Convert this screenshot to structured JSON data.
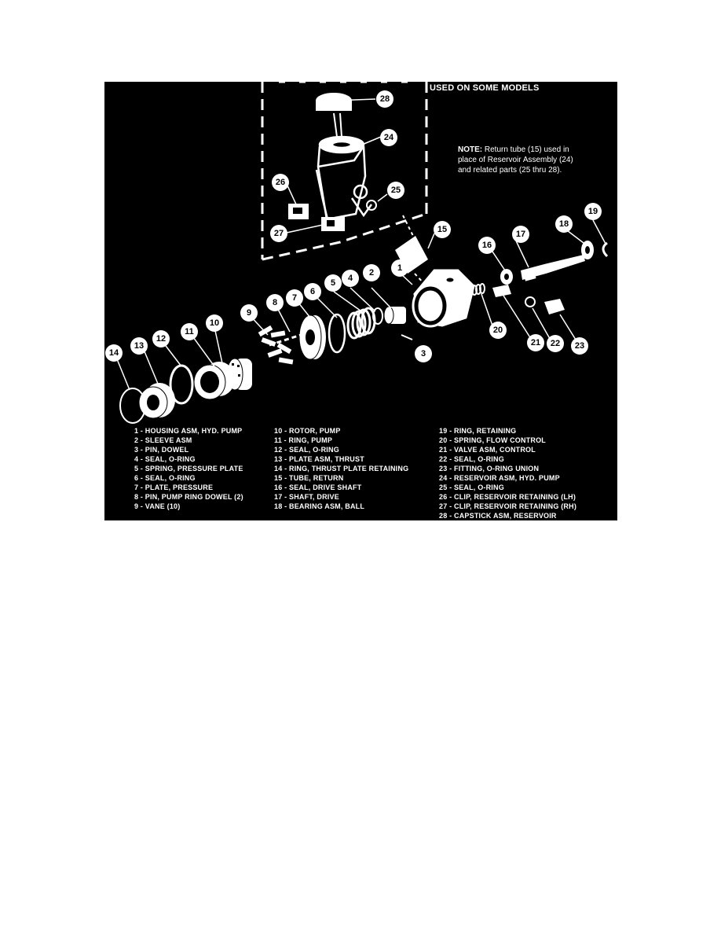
{
  "figure": {
    "inset_header": "USED ON SOME MODELS",
    "note": {
      "label": "NOTE:",
      "text": "Return tube (15) used in place of Reservoir Assembly (24) and related parts (25 thru 28)."
    },
    "callouts": [
      "28",
      "24",
      "26",
      "25",
      "27",
      "15",
      "19",
      "18",
      "17",
      "16",
      "1",
      "2",
      "4",
      "5",
      "6",
      "7",
      "8",
      "9",
      "10",
      "11",
      "12",
      "13",
      "14",
      "20",
      "21",
      "22",
      "23",
      "3"
    ],
    "legend": {
      "col1": [
        "1 - HOUSING ASM, HYD. PUMP",
        "2 - SLEEVE ASM",
        "3 - PIN, DOWEL",
        "4 - SEAL, O-RING",
        "5 - SPRING, PRESSURE PLATE",
        "6 - SEAL, O-RING",
        "7 - PLATE, PRESSURE",
        "8 - PIN, PUMP RING DOWEL (2)",
        "9 - VANE (10)"
      ],
      "col2": [
        "10 - ROTOR, PUMP",
        "11 - RING, PUMP",
        "12 - SEAL, O-RING",
        "13 - PLATE ASM, THRUST",
        "14 - RING, THRUST PLATE RETAINING",
        "15 - TUBE, RETURN",
        "16 - SEAL, DRIVE SHAFT",
        "17 - SHAFT, DRIVE",
        "18 - BEARING ASM, BALL"
      ],
      "col3": [
        "19 - RING, RETAINING",
        "20 - SPRING, FLOW CONTROL",
        "21 - VALVE ASM, CONTROL",
        "22 - SEAL, O-RING",
        "23 - FITTING, O-RING UNION",
        "24 - RESERVOIR ASM, HYD. PUMP",
        "25 - SEAL, O-RING",
        "26 - CLIP, RESERVOIR RETAINING (LH)",
        "27 - CLIP, RESERVOIR RETAINING (RH)",
        "28 - CAPSTICK ASM, RESERVOIR"
      ]
    }
  }
}
